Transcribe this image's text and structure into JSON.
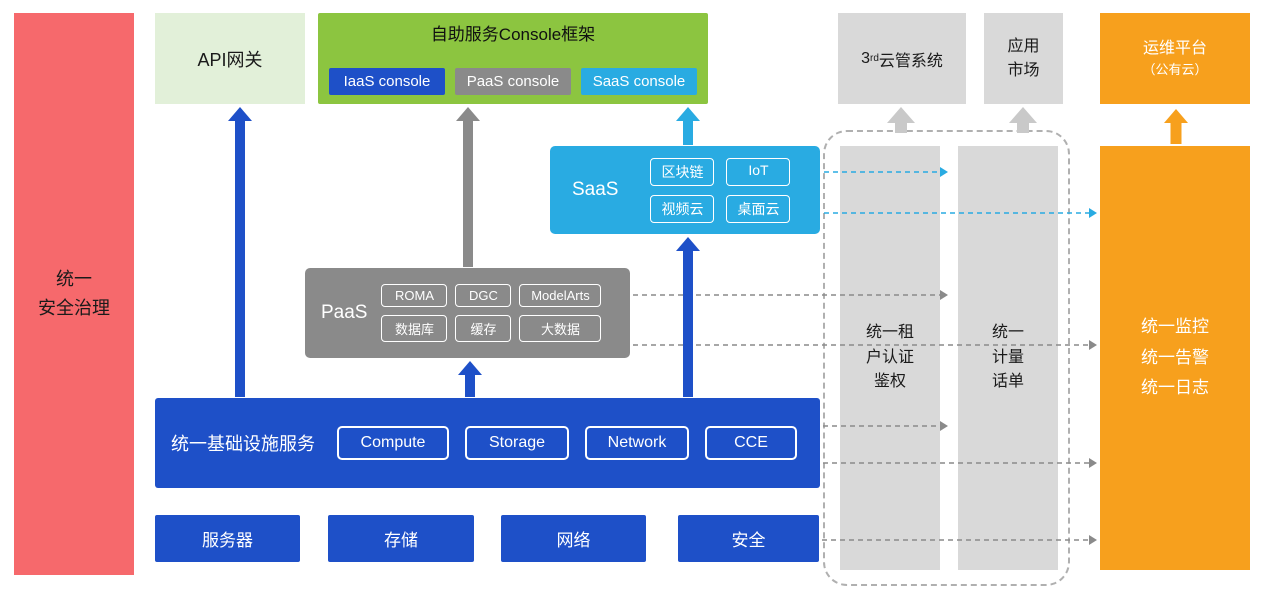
{
  "colors": {
    "red": "#F6696C",
    "light_green": "#E2F0D9",
    "green": "#8CC540",
    "blue": "#1E50C8",
    "gray": "#8A8A8A",
    "light_gray": "#D9D9D9",
    "cyan": "#29ABE2",
    "orange": "#F7A01D"
  },
  "security_bar": {
    "label": "统一\n安全治理"
  },
  "api_gateway": {
    "label": "API网关"
  },
  "console_frame": {
    "title": "自助服务Console框架",
    "iaas": "IaaS console",
    "paas": "PaaS console",
    "saas": "SaaS console"
  },
  "third_party_cloud": {
    "num": "3",
    "sup": "rd",
    "rest": "云管系统"
  },
  "app_market": {
    "label": "应用\n市场"
  },
  "om_platform": {
    "line1": "运维平台",
    "line2": "（公有云）"
  },
  "saas_box": {
    "label": "SaaS",
    "items": [
      "区块链",
      "IoT",
      "视频云",
      "桌面云"
    ]
  },
  "paas_box": {
    "label": "PaaS",
    "items": [
      "ROMA",
      "DGC",
      "ModelArts",
      "数据库",
      "缓存",
      "大数据"
    ]
  },
  "infra_box": {
    "label": "统一基础设施服务",
    "items": [
      "Compute",
      "Storage",
      "Network",
      "CCE"
    ]
  },
  "hardware_row": [
    "服务器",
    "存储",
    "网络",
    "安全"
  ],
  "auth_bar": {
    "label": "统一租\n户认证\n鉴权"
  },
  "metering_bar": {
    "label": "统一\n计量\n话单"
  },
  "monitor_bar": {
    "label": "统一监控\n统一告警\n统一日志"
  }
}
